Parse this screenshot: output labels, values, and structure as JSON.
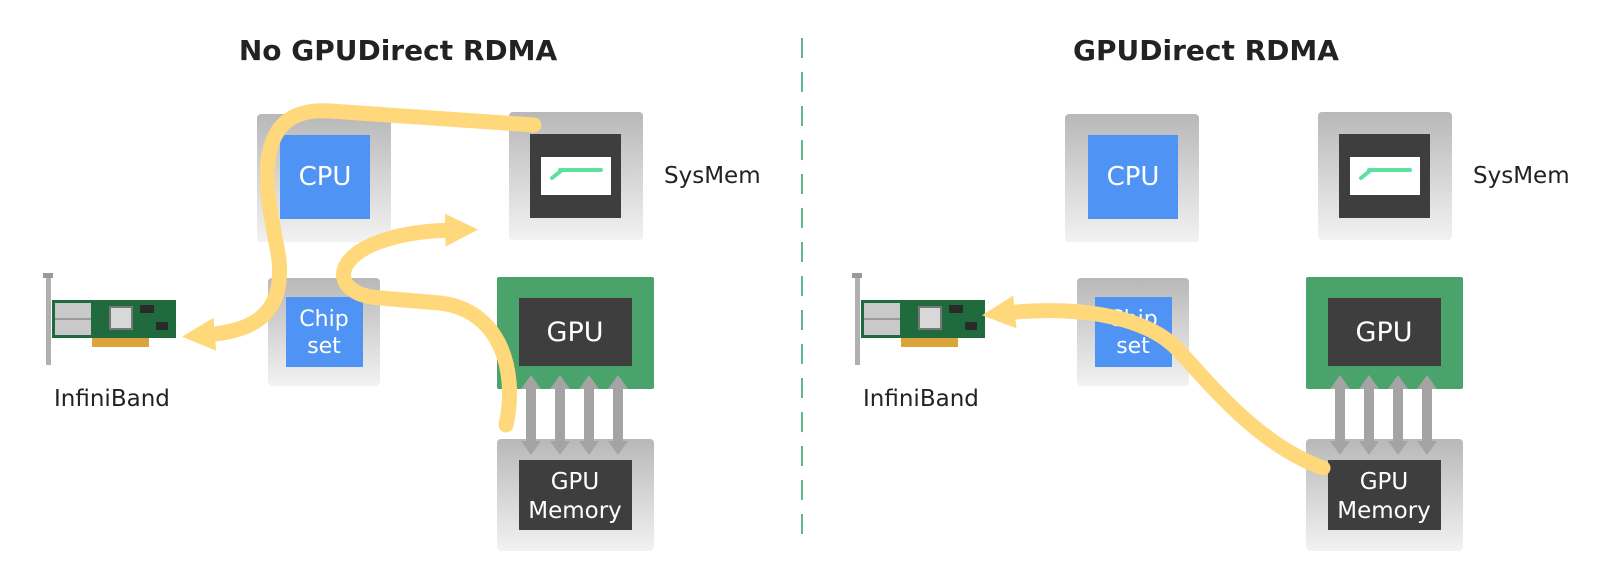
{
  "panels": [
    {
      "title": "No GPUDirect RDMA",
      "cpu": "CPU",
      "sysmem": "SysMem",
      "chipset_line1": "Chip",
      "chipset_line2": "set",
      "gpu": "GPU",
      "gpumem_line1": "GPU",
      "gpumem_line2": "Memory",
      "nic": "InfiniBand"
    },
    {
      "title": "GPUDirect RDMA",
      "cpu": "CPU",
      "sysmem": "SysMem",
      "chipset_line1": "Chip",
      "chipset_line2": "set",
      "gpu": "GPU",
      "gpumem_line1": "GPU",
      "gpumem_line2": "Memory",
      "nic": "InfiniBand"
    }
  ],
  "colors": {
    "cpu_blue": "#4f94f5",
    "gpu_green": "#4aa36a",
    "dark_box": "#3e3e3e",
    "data_path": "#fed87a",
    "bus_arrow": "#a4a4a4",
    "divider": "#5dbb8e"
  }
}
